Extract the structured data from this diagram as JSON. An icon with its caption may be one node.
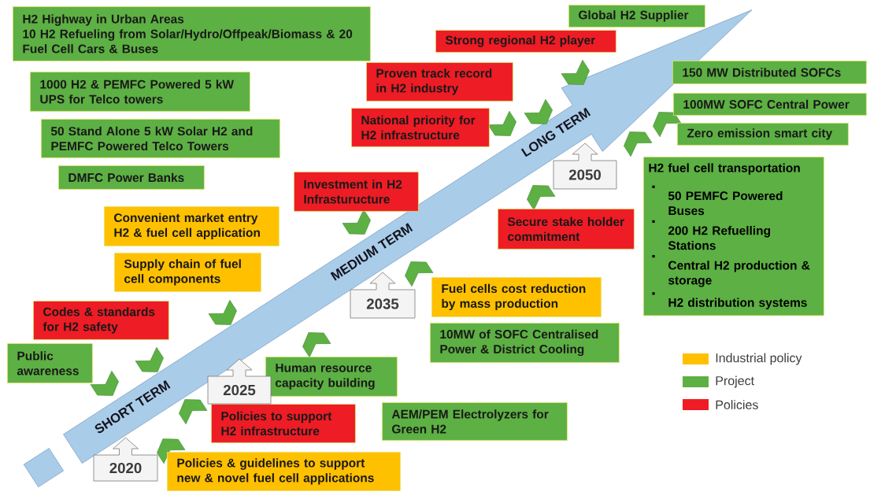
{
  "diagram": {
    "nodes": [
      {
        "text": [
          "H2 Highway in Urban Areas",
          "10 H2 Refueling from Solar/Hydro/Offpeak/Biomass & 20 Fuel Cell Cars & Buses"
        ]
      },
      {
        "text": [
          "1000 H2 & PEMFC Powered 5 kW UPS for Telco towers"
        ]
      },
      {
        "text": [
          "50 Stand Alone 5 kW Solar H2 and PEMFC Powered Telco Towers"
        ]
      },
      {
        "text": [
          "DMFC Power Banks"
        ]
      },
      {
        "text": [
          "Convenient market entry H2 & fuel cell application"
        ]
      },
      {
        "text": [
          "Supply chain of fuel cell components"
        ]
      },
      {
        "text": [
          "Codes & standards for H2 safety"
        ]
      },
      {
        "text": [
          "Public awareness"
        ]
      },
      {
        "text": [
          "Policies & guidelines to support new & novel fuel cell applications"
        ]
      },
      {
        "text": [
          "Policies to support H2 infrastructure"
        ]
      },
      {
        "text": [
          "Human resource capacity building"
        ]
      },
      {
        "text": [
          "AEM/PEM Electrolyzers for Green H2"
        ]
      },
      {
        "text": [
          "Fuel cells cost reduction by mass production"
        ]
      },
      {
        "text": [
          "10MW of SOFC Centralised Power & District Cooling"
        ]
      },
      {
        "text": [
          "Investment in H2 Infrasturucture"
        ]
      },
      {
        "text": [
          "Secure stake holder commitment"
        ]
      },
      {
        "text": [
          "National priority for H2 infrastructure"
        ]
      },
      {
        "text": [
          "Proven track record in H2 industry"
        ]
      },
      {
        "text": [
          "Strong regional H2 player"
        ]
      },
      {
        "text": [
          "Global H2 Supplier"
        ]
      },
      {
        "text": [
          "150 MW Distributed SOFCs"
        ]
      },
      {
        "text": [
          "100MW SOFC Central Power"
        ]
      },
      {
        "text": [
          "Zero emission smart city"
        ]
      },
      {
        "text": [
          "H2 fuel cell transportation",
          "50 PEMFC Powered Buses",
          "200 H2 Refuelling Stations",
          "Central H2 production & storage",
          "H2 distribution systems"
        ]
      },
      {
        "text": [
          "2020"
        ]
      },
      {
        "text": [
          "2025"
        ]
      },
      {
        "text": [
          "2035"
        ]
      },
      {
        "text": [
          "2050"
        ]
      }
    ],
    "labels": [
      "SHORT TERM",
      "MEDIUM TERM",
      "LONG TERM"
    ],
    "legend": [
      {
        "text": "Industrial policy",
        "color": "#ffc000"
      },
      {
        "text": "Project",
        "color": "#5db043"
      },
      {
        "text": "Policies",
        "color": "#ee1c25"
      }
    ]
  }
}
